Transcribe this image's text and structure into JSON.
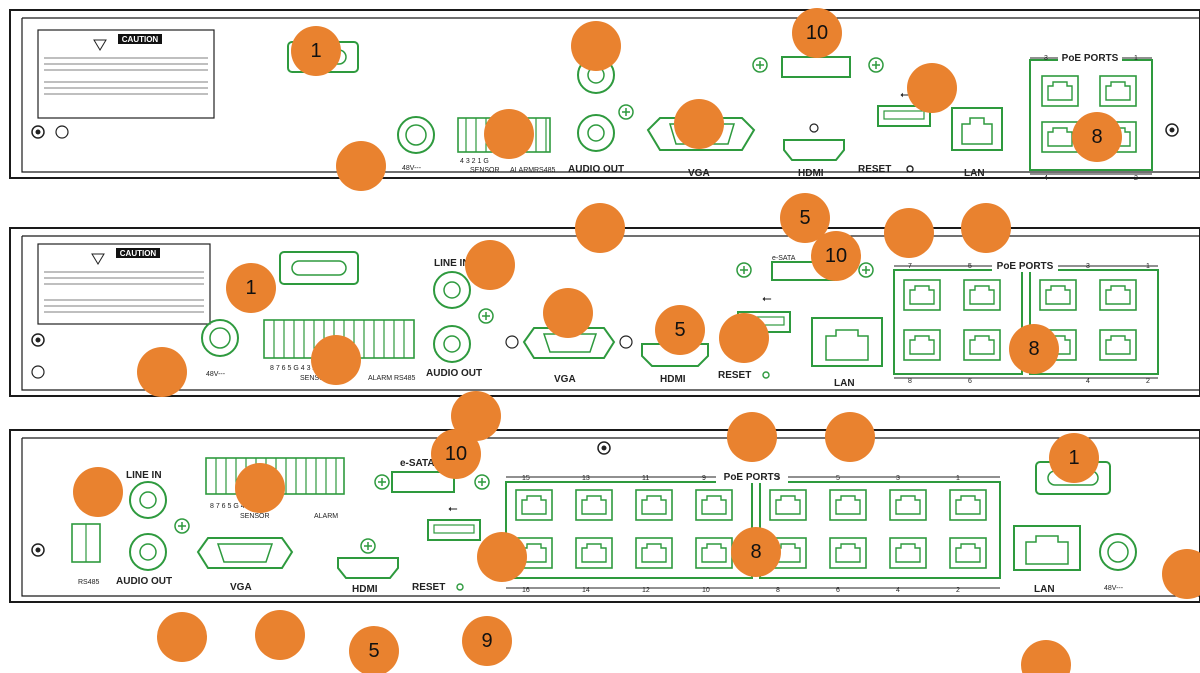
{
  "colors": {
    "panel_stroke": "#1a1a1a",
    "port_green": "#2e9a3e",
    "callout_orange": "#e9822f",
    "background": "#ffffff"
  },
  "panel1": {
    "caution_title": "CAUTION",
    "power_label": "48V---",
    "sensor_pins": "4 3 2 1 G",
    "sensor_label": "SENSOR",
    "alarm_label": "ALARM",
    "rs485_label": "RS485",
    "audio_out_label": "AUDIO OUT",
    "vga_label": "VGA",
    "hdmi_label": "HDMI",
    "reset_label": "RESET",
    "lan_label": "LAN",
    "poe_label": "PoE PORTS",
    "poe_numbers_top": [
      "3",
      "1"
    ],
    "poe_numbers_bottom": [
      "4",
      "2"
    ]
  },
  "panel2": {
    "caution_title": "CAUTION",
    "power_label": "48V---",
    "line_in_label": "LINE IN",
    "sensor_pins": "8 7 6 5 G 4 3 2 1 G",
    "sensor_label": "SENSOR",
    "alarm_label": "ALARM",
    "rs485_label": "RS485",
    "audio_out_label": "AUDIO OUT",
    "vga_label": "VGA",
    "hdmi_label": "HDMI",
    "reset_label": "RESET",
    "lan_label": "LAN",
    "esata_label": "e-SATA",
    "poe_label": "PoE PORTS",
    "poe_numbers_top": [
      "7",
      "5",
      "3",
      "1"
    ],
    "poe_numbers_bottom": [
      "8",
      "6",
      "4",
      "2"
    ]
  },
  "panel3": {
    "line_in_label": "LINE IN",
    "rs485_label": "RS485",
    "audio_out_label": "AUDIO OUT",
    "sensor_pins": "8 7 6 5 G 4 3 2 1 G",
    "sensor_label": "SENSOR",
    "alarm_label": "ALARM",
    "vga_label": "VGA",
    "hdmi_label": "HDMI",
    "esata_label": "e-SATA",
    "reset_label": "RESET",
    "lan_label": "LAN",
    "power_label": "48V---",
    "poe_label": "PoE PORTS",
    "poe_numbers_top": [
      "15",
      "13",
      "11",
      "9",
      "7",
      "5",
      "3",
      "1"
    ],
    "poe_numbers_bottom": [
      "16",
      "14",
      "12",
      "10",
      "8",
      "6",
      "4",
      "2"
    ]
  },
  "callouts": [
    {
      "id": "p1-power-switch",
      "label": "1"
    },
    {
      "id": "p1-audio-top",
      "label": ""
    },
    {
      "id": "p1-esata",
      "label": "10"
    },
    {
      "id": "p1-usb",
      "label": ""
    },
    {
      "id": "p1-sensor",
      "label": ""
    },
    {
      "id": "p1-vga",
      "label": ""
    },
    {
      "id": "p1-power-in",
      "label": ""
    },
    {
      "id": "p1-poe",
      "label": "8"
    },
    {
      "id": "p2-power-switch",
      "label": "1"
    },
    {
      "id": "p2-line-in",
      "label": ""
    },
    {
      "id": "p2-top-a",
      "label": ""
    },
    {
      "id": "p2-top-b",
      "label": "5"
    },
    {
      "id": "p2-esata",
      "label": "10"
    },
    {
      "id": "p2-top-c",
      "label": ""
    },
    {
      "id": "p2-top-d",
      "label": ""
    },
    {
      "id": "p2-vga",
      "label": ""
    },
    {
      "id": "p2-hdmi",
      "label": "5"
    },
    {
      "id": "p2-reset",
      "label": ""
    },
    {
      "id": "p2-sensor",
      "label": ""
    },
    {
      "id": "p2-power-in",
      "label": ""
    },
    {
      "id": "p2-poe",
      "label": "8"
    },
    {
      "id": "p3-top-a",
      "label": ""
    },
    {
      "id": "p3-esata",
      "label": "10"
    },
    {
      "id": "p3-top-b",
      "label": ""
    },
    {
      "id": "p3-top-c",
      "label": ""
    },
    {
      "id": "p3-power-switch",
      "label": "1"
    },
    {
      "id": "p3-rs485",
      "label": ""
    },
    {
      "id": "p3-sensor",
      "label": ""
    },
    {
      "id": "p3-usb",
      "label": ""
    },
    {
      "id": "p3-poe",
      "label": "8"
    },
    {
      "id": "p3-power-in",
      "label": ""
    },
    {
      "id": "p3-bottom-a",
      "label": ""
    },
    {
      "id": "p3-bottom-b",
      "label": ""
    },
    {
      "id": "p3-hdmi",
      "label": "5"
    },
    {
      "id": "p3-reset",
      "label": "9"
    },
    {
      "id": "p3-lan",
      "label": ""
    }
  ]
}
